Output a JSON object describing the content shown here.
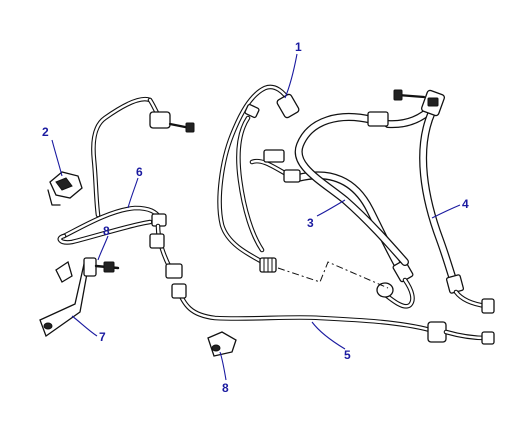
{
  "callouts": {
    "c1": "1",
    "c2": "2",
    "c3": "3",
    "c4": "4",
    "c5": "5",
    "c6": "6",
    "c7": "7",
    "c8a": "8",
    "c8b": "8"
  },
  "colors": {
    "callout": "#1a1aa0",
    "line": "#111111"
  }
}
